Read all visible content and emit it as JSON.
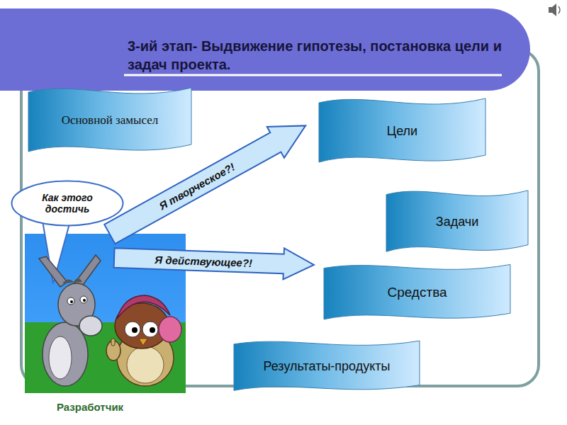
{
  "diagram": {
    "title": "3-ий этап- Выдвижение гипотезы, постановка цели и задач проекта.",
    "nodes": [
      {
        "text": [
          "Основной замысел"
        ]
      },
      {
        "text": [
          "Цели"
        ]
      },
      {
        "text": [
          "Как этого достичь"
        ]
      },
      {
        "text": [
          "Я творческое?!"
        ]
      },
      {
        "text": [
          "Задачи"
        ]
      },
      {
        "text": [
          "Я действующее?!"
        ]
      },
      {
        "text": [
          "Средства"
        ]
      },
      {
        "text": [
          "Результаты-продукты"
        ]
      }
    ],
    "labels": [
      "Разработчик"
    ]
  }
}
